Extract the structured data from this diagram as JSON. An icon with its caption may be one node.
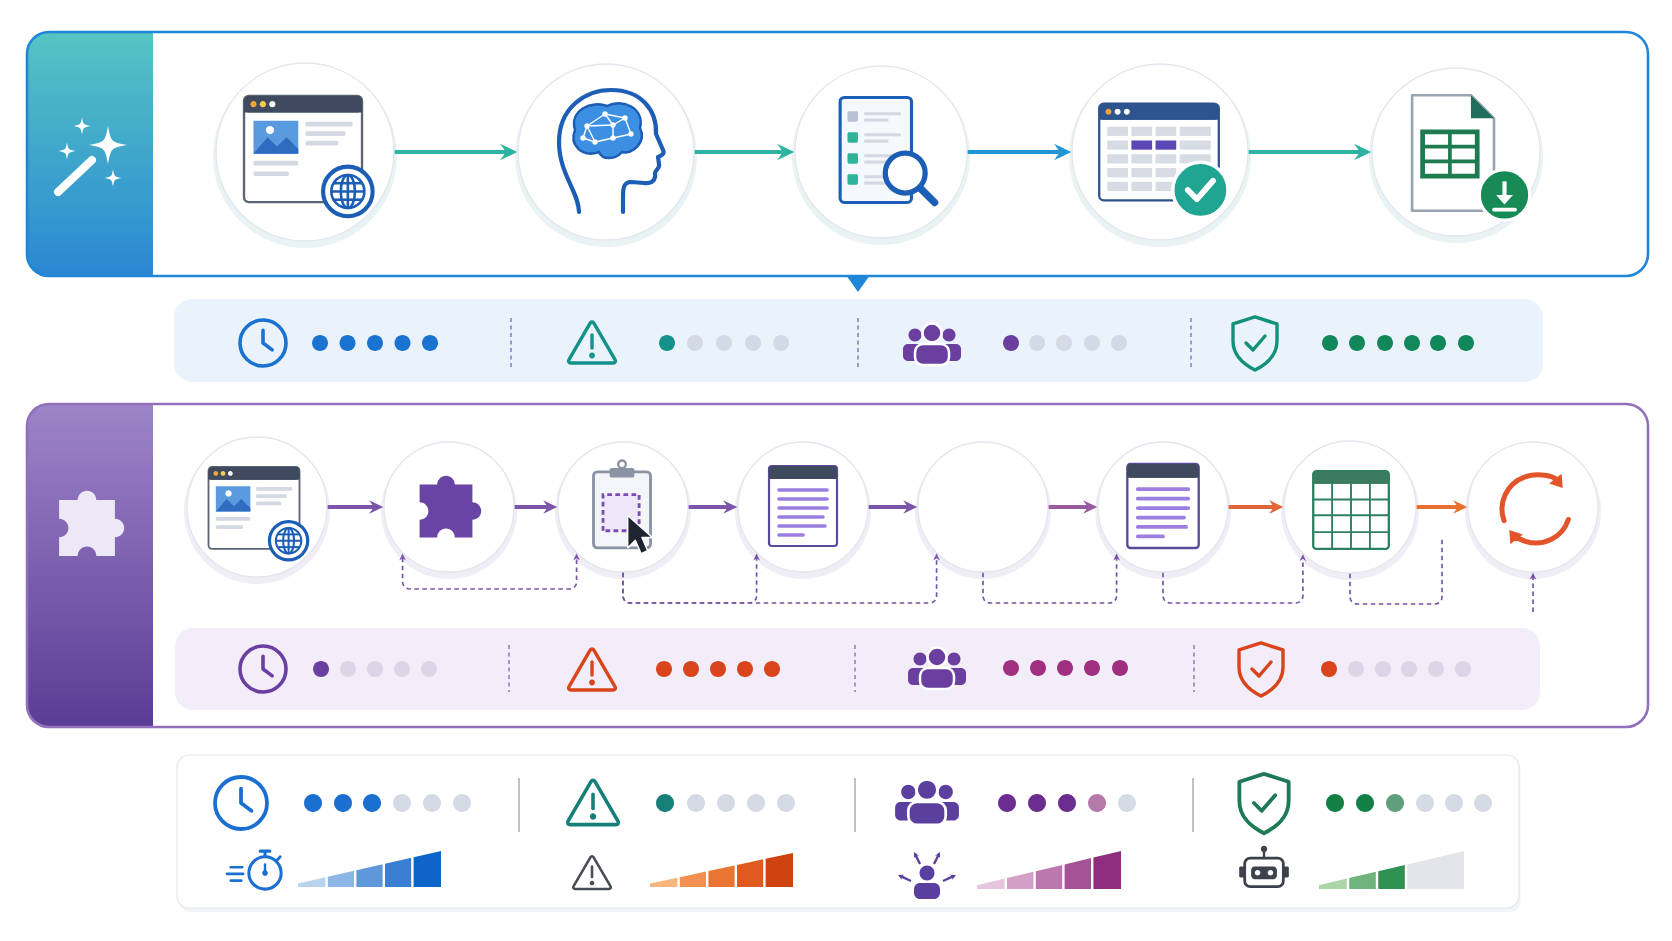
{
  "diagram": {
    "nodes": [
      {
        "text": [],
        "shape": "box"
      },
      {
        "text": [],
        "shape": "circle",
        "in": 0
      },
      {
        "text": [],
        "shape": "circle",
        "in": 0
      },
      {
        "text": [],
        "shape": "circle",
        "in": 0
      },
      {
        "text": [],
        "shape": "circle",
        "in": 0
      },
      {
        "text": [],
        "shape": "circle",
        "in": 0
      },
      {
        "text": [],
        "shape": "box"
      },
      {
        "text": [],
        "shape": "circle",
        "in": 6
      },
      {
        "text": [],
        "shape": "circle",
        "in": 6
      },
      {
        "text": [],
        "shape": "circle",
        "in": 6
      },
      {
        "text": [],
        "shape": "circle",
        "in": 6
      },
      {
        "text": [],
        "shape": "circle",
        "in": 6
      },
      {
        "text": [],
        "shape": "circle",
        "in": 6
      },
      {
        "text": [],
        "shape": "circle",
        "in": 6
      },
      {
        "text": [],
        "shape": "circle",
        "in": 6
      }
    ],
    "edges": [
      {
        "from": 1,
        "to": 2,
        "arrow": "to",
        "color": "#2db3a3"
      },
      {
        "from": 2,
        "to": 3,
        "arrow": "to",
        "color": "#2db3a3"
      },
      {
        "from": 3,
        "to": 4,
        "arrow": "to",
        "color": "#2196d6"
      },
      {
        "from": 4,
        "to": 5,
        "arrow": "to",
        "color": "#2db3a3"
      },
      {
        "from": 7,
        "to": 8,
        "arrow": "to"
      },
      {
        "from": 8,
        "to": 9,
        "arrow": "to"
      },
      {
        "from": 9,
        "to": 10,
        "arrow": "to"
      },
      {
        "from": 10,
        "to": 11,
        "arrow": "to"
      },
      {
        "from": 11,
        "to": 12,
        "arrow": "to",
        "color": "#9a5aa0"
      },
      {
        "from": 12,
        "to": 13,
        "arrow": "to",
        "color": "#e2663a"
      },
      {
        "from": 13,
        "to": 14,
        "arrow": "to",
        "color": "#e8702e"
      },
      {
        "from": 8,
        "to": 9,
        "arrow": "both",
        "style": "dashed"
      },
      {
        "from": 9,
        "to": 10,
        "arrow": "to",
        "style": "dashed"
      },
      {
        "from": 9,
        "to": 11,
        "arrow": "to",
        "style": "dashed"
      },
      {
        "from": 11,
        "to": 12,
        "arrow": "to",
        "style": "dashed"
      },
      {
        "from": 12,
        "to": 13,
        "arrow": "to",
        "style": "dashed"
      },
      {
        "from": 13,
        "to": null,
        "arrow": "none",
        "style": "dashed"
      },
      {
        "from": null,
        "to": 14,
        "arrow": "to",
        "style": "dashed"
      }
    ]
  }
}
